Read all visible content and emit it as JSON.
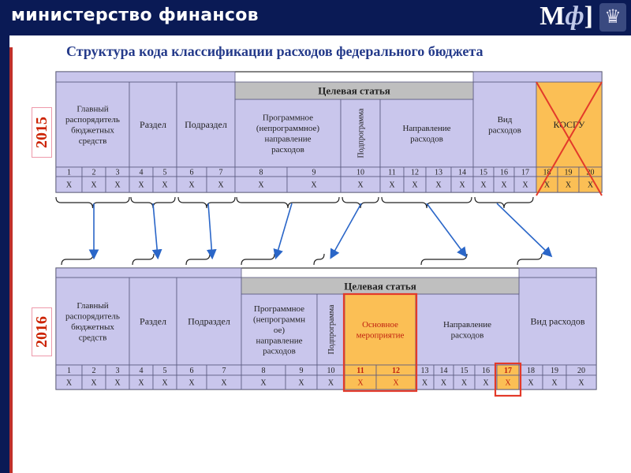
{
  "header": {
    "brand": "министерство финансов",
    "logo_left": "М",
    "logo_f": "ф",
    "logo_right": "]"
  },
  "title": "Структура кода классификации расходов федерального бюджета",
  "years": {
    "top": "2015",
    "bottom": "2016"
  },
  "colors": {
    "header_bg": "#0a1a55",
    "cell_fill": "#c9c6ec",
    "highlight_orange": "#fbbf55",
    "highlight_red": "#e33a2a",
    "arrow_blue": "#2a66c8",
    "title_blue": "#243a8a"
  },
  "table2015": {
    "heads": {
      "main_manager": "Главный распорядитель бюджетных средств",
      "section": "Раздел",
      "subsection": "Подраздел",
      "target_article": "Целевая статья",
      "program": "Программное (непрограммное) направление расходов",
      "subprogram": "Подпрограмма",
      "direction": "Направление расходов",
      "expense_type": "Вид расходов",
      "kosgu": "КОСГУ"
    },
    "numbers": [
      "1",
      "2",
      "3",
      "4",
      "5",
      "6",
      "7",
      "8",
      "9",
      "10",
      "11",
      "12",
      "13",
      "14",
      "15",
      "16",
      "17",
      "18",
      "19",
      "20"
    ],
    "x_mark": "Х"
  },
  "table2016": {
    "heads": {
      "main_manager": "Главный распорядитель бюджетных средств",
      "section": "Раздел",
      "subsection": "Подраздел",
      "target_article": "Целевая статья",
      "program": "Программное (непрограммн ое) направление расходов",
      "subprogram": "Подпрограмма",
      "main_event": "Основное мероприятие",
      "direction": "Направление расходов",
      "expense_type": "Вид расходов"
    },
    "numbers": [
      "1",
      "2",
      "3",
      "4",
      "5",
      "6",
      "7",
      "8",
      "9",
      "10",
      "11",
      "12",
      "13",
      "14",
      "15",
      "16",
      "17",
      "18",
      "19",
      "20"
    ],
    "x_mark": "Х"
  }
}
